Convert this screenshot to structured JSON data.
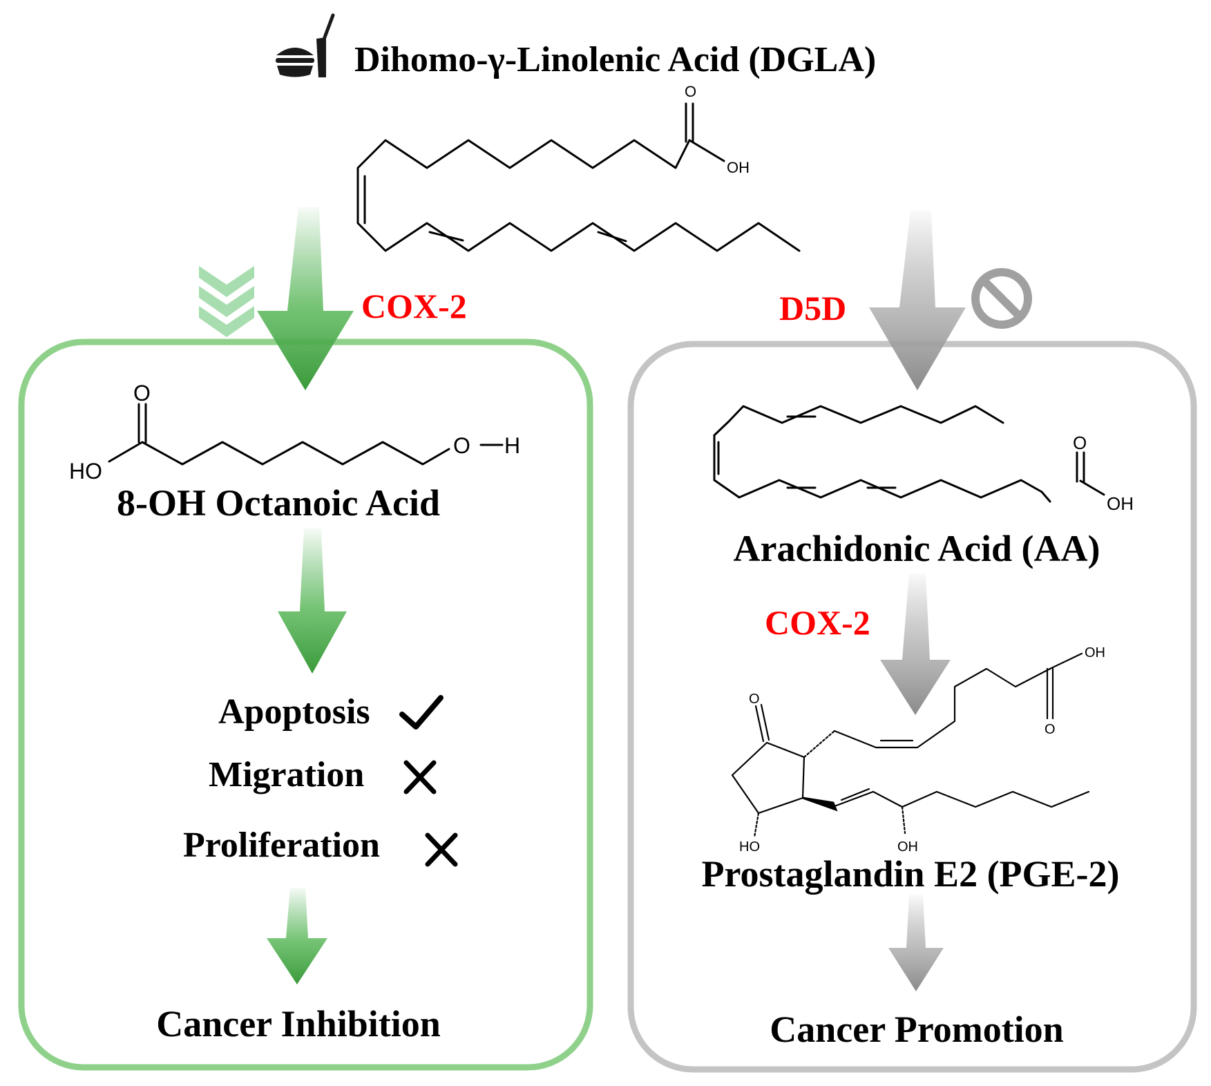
{
  "title": {
    "main": "Dihomo-γ-Linolenic Acid (DGLA)",
    "icon": "food-and-drink-icon"
  },
  "molecules": {
    "dgla_atoms": {
      "o": "O",
      "oh": "OH"
    },
    "octanoic_atoms": {
      "o": "O",
      "ho": "HO",
      "o2": "O",
      "h": "H"
    },
    "aa_atoms": {
      "o": "O",
      "oh": "OH"
    },
    "pge2_atoms": {
      "o_ketone": "O",
      "oh_acid": "OH",
      "o_acid": "O",
      "ho_ring": "HO",
      "oh_chain": "OH"
    }
  },
  "left_pathway": {
    "enzyme": "COX-2",
    "product": "8-OH Octanoic Acid",
    "effects": [
      {
        "label": "Apoptosis",
        "status": "promoted",
        "icon": "check-icon"
      },
      {
        "label": "Migration",
        "status": "inhibited",
        "icon": "x-icon"
      },
      {
        "label": "Proliferation",
        "status": "inhibited",
        "icon": "x-icon"
      }
    ],
    "outcome": "Cancer Inhibition",
    "marker": "triple-chevron-down-icon",
    "color": "#4caf50"
  },
  "right_pathway": {
    "enzyme": "D5D",
    "product": "Arachidonic Acid (AA)",
    "enzyme2": "COX-2",
    "product2": "Prostaglandin E2 (PGE-2)",
    "outcome": "Cancer Promotion",
    "marker": "prohibited-icon",
    "color": "#9e9e9e"
  },
  "colors": {
    "enzyme_text": "#ff0000",
    "left_box": "#8fd18a",
    "right_box": "#c4c4c4"
  }
}
